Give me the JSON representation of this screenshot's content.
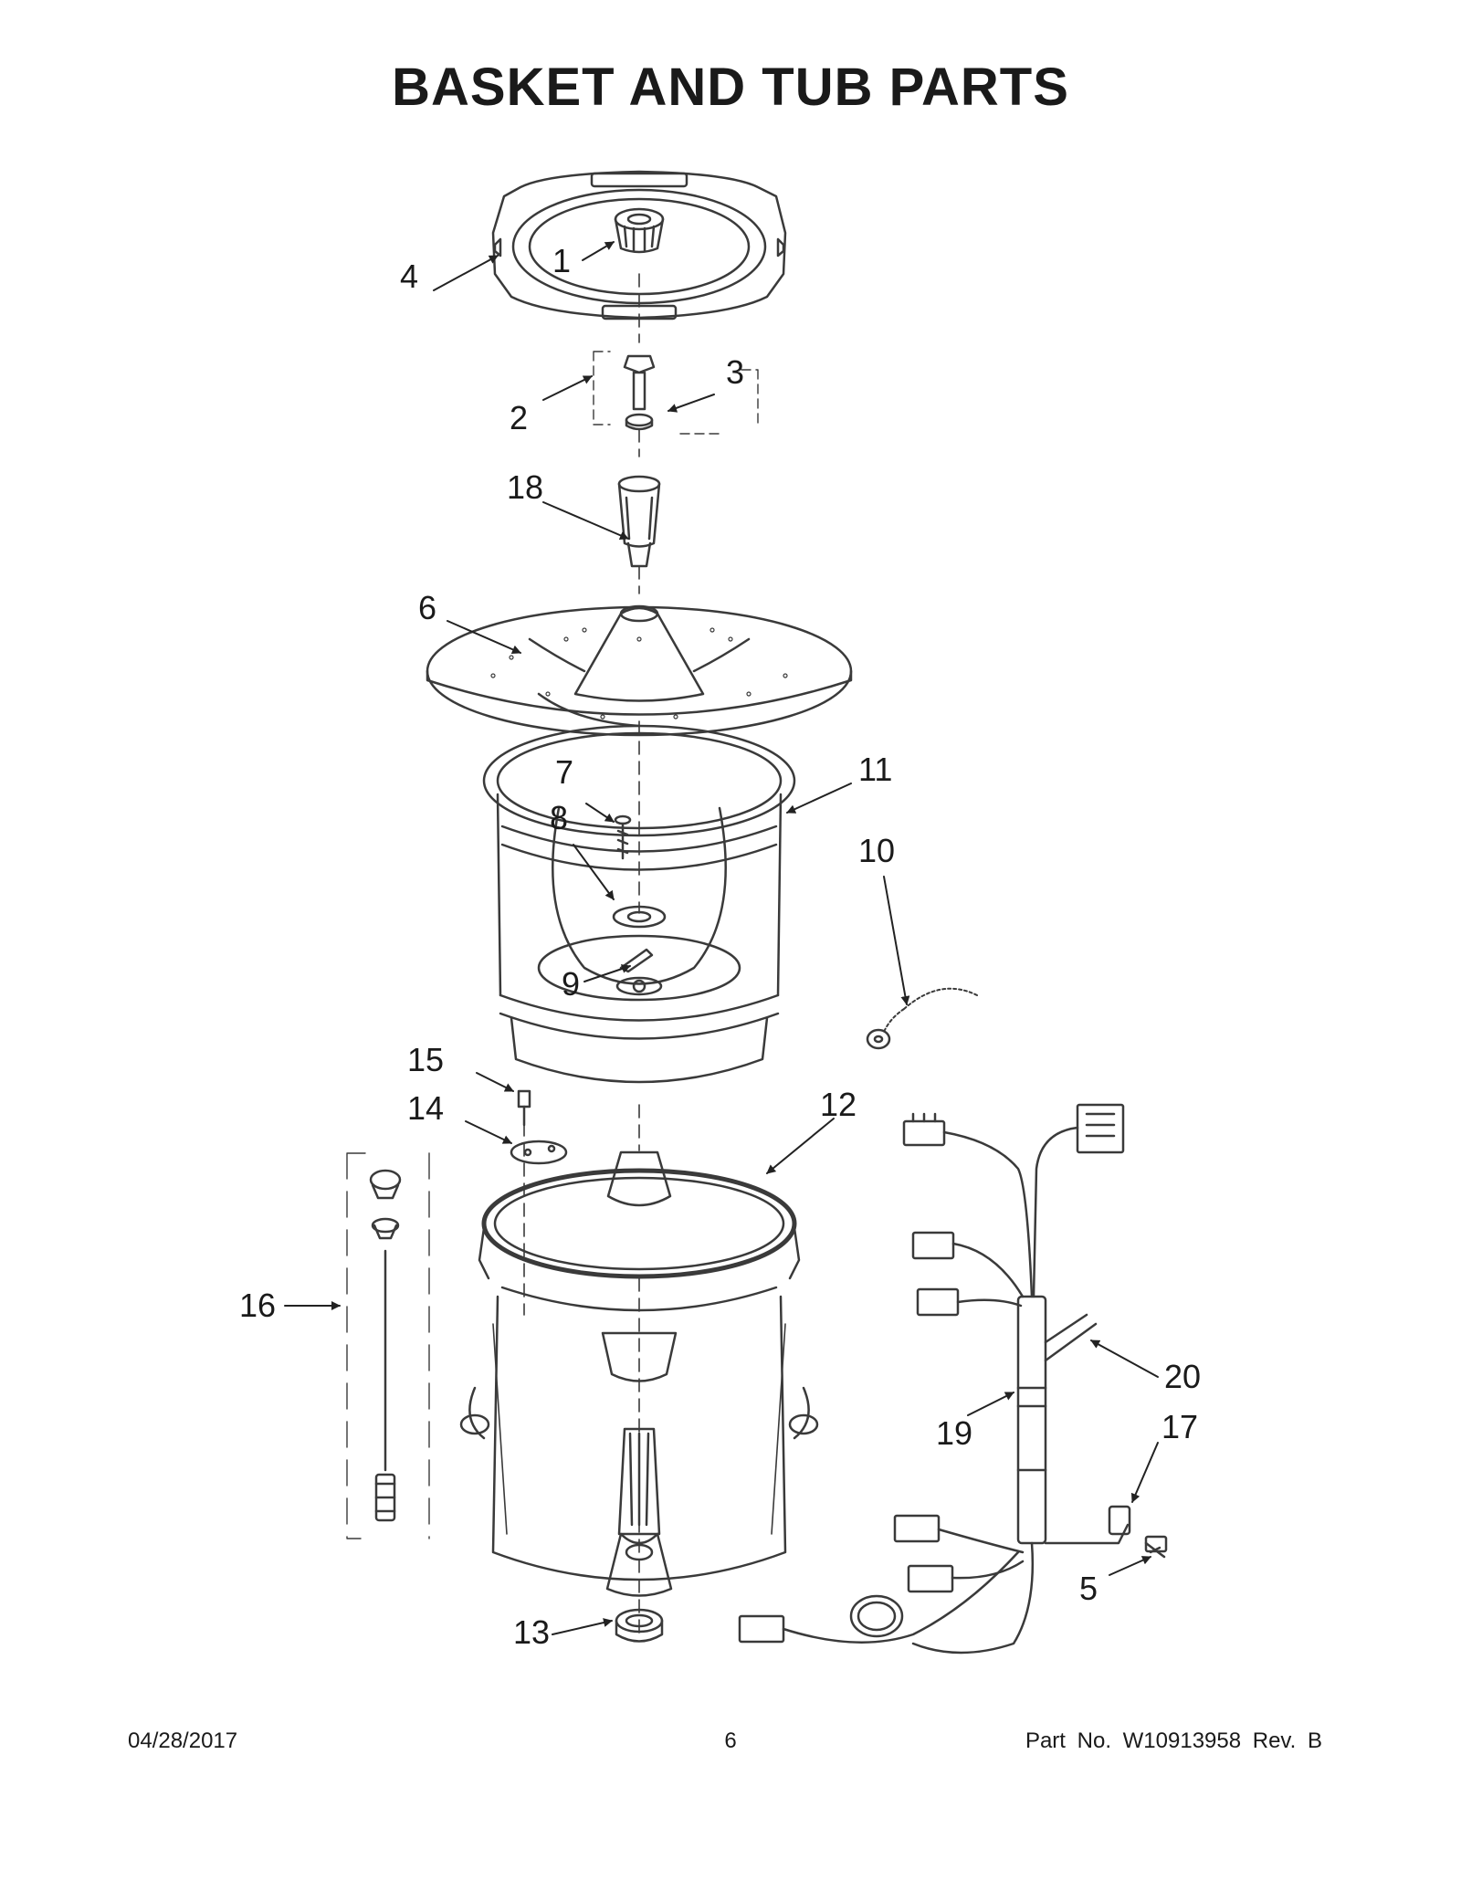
{
  "title": "BASKET AND TUB PARTS",
  "footer": {
    "date": "04/28/2017",
    "page": "6",
    "part_number": "Part No.  W10913958  Rev.  B"
  },
  "callouts": [
    "1",
    "2",
    "3",
    "4",
    "5",
    "6",
    "7",
    "8",
    "9",
    "10",
    "11",
    "12",
    "13",
    "14",
    "15",
    "16",
    "17",
    "18",
    "19",
    "20"
  ],
  "colors": {
    "line": "#3a3a3a",
    "text": "#1a1a1a"
  }
}
